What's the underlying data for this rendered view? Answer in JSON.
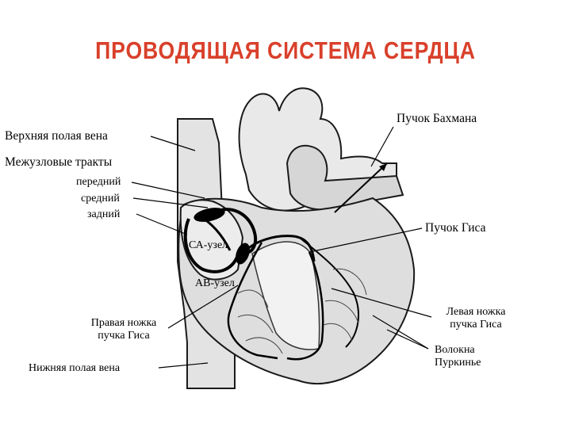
{
  "title": "ПРОВОДЯЩАЯ СИСТЕМА СЕРДЦА",
  "colors": {
    "title": "#d9402b",
    "ink": "#000000",
    "fill": "#dcdcdc",
    "outline": "#1a1a1a"
  },
  "labels": {
    "svc": "Верхняя полая вена",
    "internodal": "Межузловые тракты",
    "anterior": "передний",
    "middle": "средний",
    "posterior": "задний",
    "sa_node": "СА-узел",
    "av_node": "АВ-узел",
    "right_bundle_l1": "Правая ножка",
    "right_bundle_l2": "пучка Гиса",
    "ivc": "Нижняя полая вена",
    "bachmann": "Пучок Бахмана",
    "his": "Пучок Гиса",
    "left_bundle_l1": "Левая ножка",
    "left_bundle_l2": "пучка Гиса",
    "purkinje_l1": "Волокна",
    "purkinje_l2": "Пуркинье"
  }
}
